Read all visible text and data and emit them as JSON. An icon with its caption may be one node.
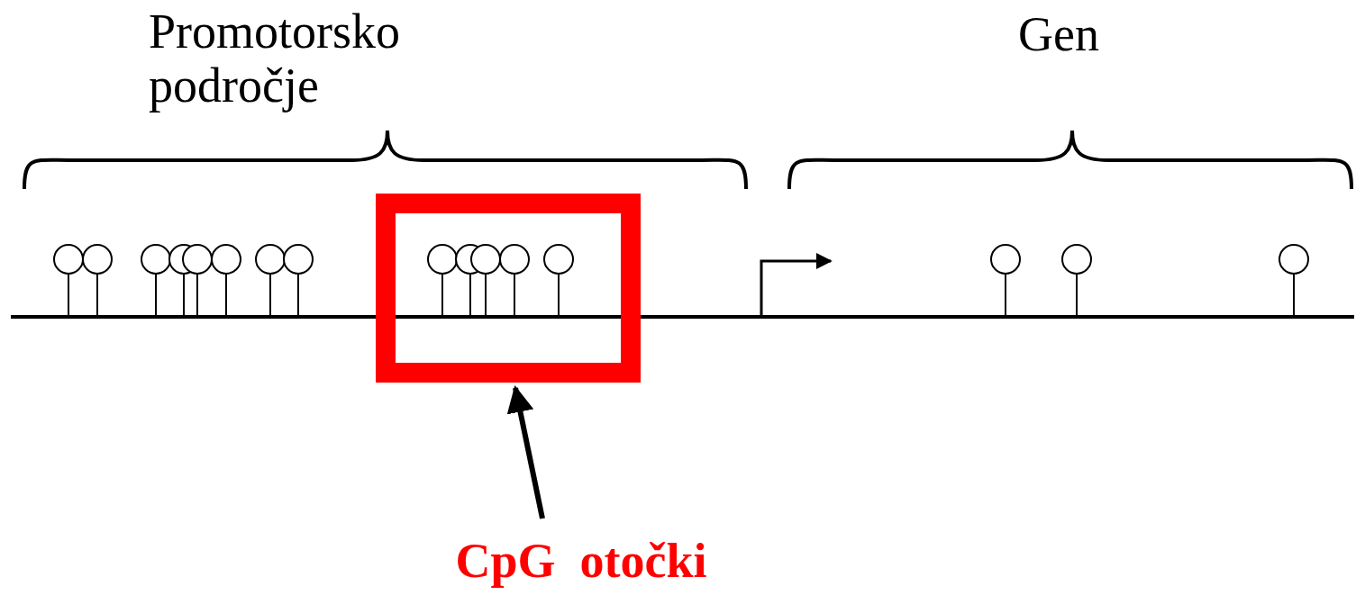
{
  "diagram": {
    "nodes": [
      {
        "text": [],
        "shape": "box"
      },
      {
        "text": [
          "CpG  otočki"
        ]
      }
    ],
    "edges": [
      {
        "from": 1,
        "to": 0,
        "arrow": "to"
      }
    ],
    "labels": [
      "Promotorsko področje",
      "Gen"
    ]
  }
}
